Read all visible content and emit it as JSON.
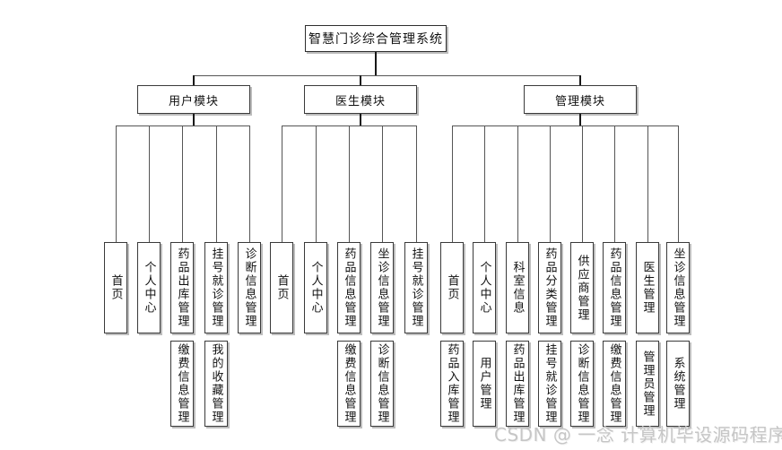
{
  "diagram": {
    "root": {
      "label": "智慧门诊综合管理系统"
    },
    "modules": [
      {
        "label": "用户模块",
        "columns": [
          {
            "top": "首页"
          },
          {
            "top": "个人中心"
          },
          {
            "top": "药品出库管理",
            "bottom": "缴费信息管理"
          },
          {
            "top": "挂号就诊管理",
            "bottom": "我的收藏管理"
          },
          {
            "top": "诊断信息管理"
          }
        ]
      },
      {
        "label": "医生模块",
        "columns": [
          {
            "top": "首页"
          },
          {
            "top": "个人中心"
          },
          {
            "top": "药品信息管理",
            "bottom": "缴费信息管理"
          },
          {
            "top": "坐诊信息管理",
            "bottom": "诊断信息管理"
          },
          {
            "top": "挂号就诊管理"
          }
        ]
      },
      {
        "label": "管理模块",
        "columns": [
          {
            "top": "首页",
            "bottom": "药品入库管理"
          },
          {
            "top": "个人中心",
            "bottom": "用户管理"
          },
          {
            "top": "科室信息",
            "bottom": "药品出库管理"
          },
          {
            "top": "药品分类管理",
            "bottom": "挂号就诊管理"
          },
          {
            "top": "供应商管理",
            "bottom": "诊断信息管理"
          },
          {
            "top": "药品信息管理",
            "bottom": "缴费信息管理"
          },
          {
            "top": "医生管理",
            "bottom": "管理员管理"
          },
          {
            "top": "坐诊信息管理",
            "bottom": "系统管理"
          }
        ]
      }
    ],
    "watermark": "CSDN @ 一念 计算机毕设源码程序",
    "colors": {
      "line": "#555555",
      "stub": "#181818",
      "box_border": "#3a3a3a",
      "box_fill": "#ffffff",
      "shadow": "#bdbdbd",
      "watermark": "#c6c6c6"
    }
  }
}
